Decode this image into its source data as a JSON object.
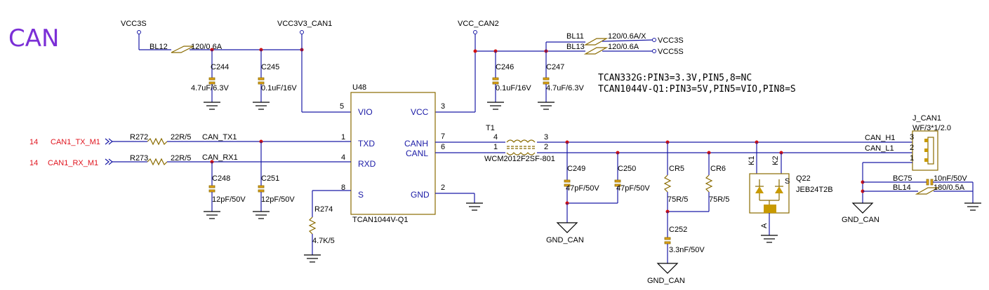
{
  "title": "CAN",
  "nets": {
    "vcc3s": "VCC3S",
    "vcc3v3_can1": "VCC3V3_CAN1",
    "vcc_can2": "VCC_CAN2",
    "vcc5s": "VCC5S",
    "gnd_can": "GND_CAN",
    "can_tx1": "CAN_TX1",
    "can_rx1": "CAN_RX1",
    "can_h1": "CAN_H1",
    "can_l1": "CAN_L1"
  },
  "offpage": {
    "tx_num": "14",
    "tx": "CAN1_TX_M1",
    "rx_num": "14",
    "rx": "CAN1_RX_M1"
  },
  "parts": {
    "bl12": {
      "ref": "BL12",
      "val": "120/0.6A"
    },
    "bl11": {
      "ref": "BL11",
      "val": "120/0.6A/X"
    },
    "bl13": {
      "ref": "BL13",
      "val": "120/0.6A"
    },
    "bl14": {
      "ref": "BL14",
      "val": "180/0.5A"
    },
    "bc75": {
      "ref": "BC75",
      "val": "10nF/50V"
    },
    "c244": {
      "ref": "C244",
      "val": "4.7uF/6.3V"
    },
    "c245": {
      "ref": "C245",
      "val": "0.1uF/16V"
    },
    "c246": {
      "ref": "C246",
      "val": "0.1uF/16V"
    },
    "c247": {
      "ref": "C247",
      "val": "4.7uF/6.3V"
    },
    "c248": {
      "ref": "C248",
      "val": "12pF/50V"
    },
    "c251": {
      "ref": "C251",
      "val": "12pF/50V"
    },
    "c249": {
      "ref": "C249",
      "val": "47pF/50V"
    },
    "c250": {
      "ref": "C250",
      "val": "47pF/50V"
    },
    "c252": {
      "ref": "C252",
      "val": "3.3nF/50V"
    },
    "r272": {
      "ref": "R272",
      "val": "22R/5"
    },
    "r273": {
      "ref": "R273",
      "val": "22R/5"
    },
    "r274": {
      "ref": "R274",
      "val": "4.7K/5"
    },
    "cr5": {
      "ref": "CR5",
      "val": "75R/5"
    },
    "cr6": {
      "ref": "CR6",
      "val": "75R/5"
    },
    "t1": {
      "ref": "T1",
      "val": "WCM2012F2SF-801",
      "p4": "4",
      "p1": "1",
      "p3": "3",
      "p2": "2"
    },
    "q22": {
      "ref": "Q22",
      "val": "JEB24T2B",
      "k1": "K1",
      "k2": "K2",
      "a": "A",
      "s": "S"
    },
    "j_can1": {
      "ref": "J_CAN1",
      "val": "WF/3*1/2.0",
      "p3": "3",
      "p2": "2",
      "p1": "1"
    },
    "u48": {
      "ref": "U48",
      "val": "TCAN1044V-Q1",
      "pins": {
        "vio": "VIO",
        "txd": "TXD",
        "rxd": "RXD",
        "s": "S",
        "vcc": "VCC",
        "canh": "CANH",
        "canl": "CANL",
        "gnd": "GND",
        "n5": "5",
        "n1": "1",
        "n4": "4",
        "n8": "8",
        "n3": "3",
        "n7": "7",
        "n6": "6",
        "n2": "2"
      }
    }
  },
  "notes": {
    "line1": "TCAN332G:PIN3=3.3V,PIN5,8=NC",
    "line2": "TCAN1044V-Q1:PIN3=5V,PIN5=VIO,PIN8=S"
  },
  "colors": {
    "wire": "#1a1aa6",
    "part": "#8a6b00",
    "junction": "#d01010",
    "title": "#7b2fd6",
    "offpage": "#e0141e"
  }
}
